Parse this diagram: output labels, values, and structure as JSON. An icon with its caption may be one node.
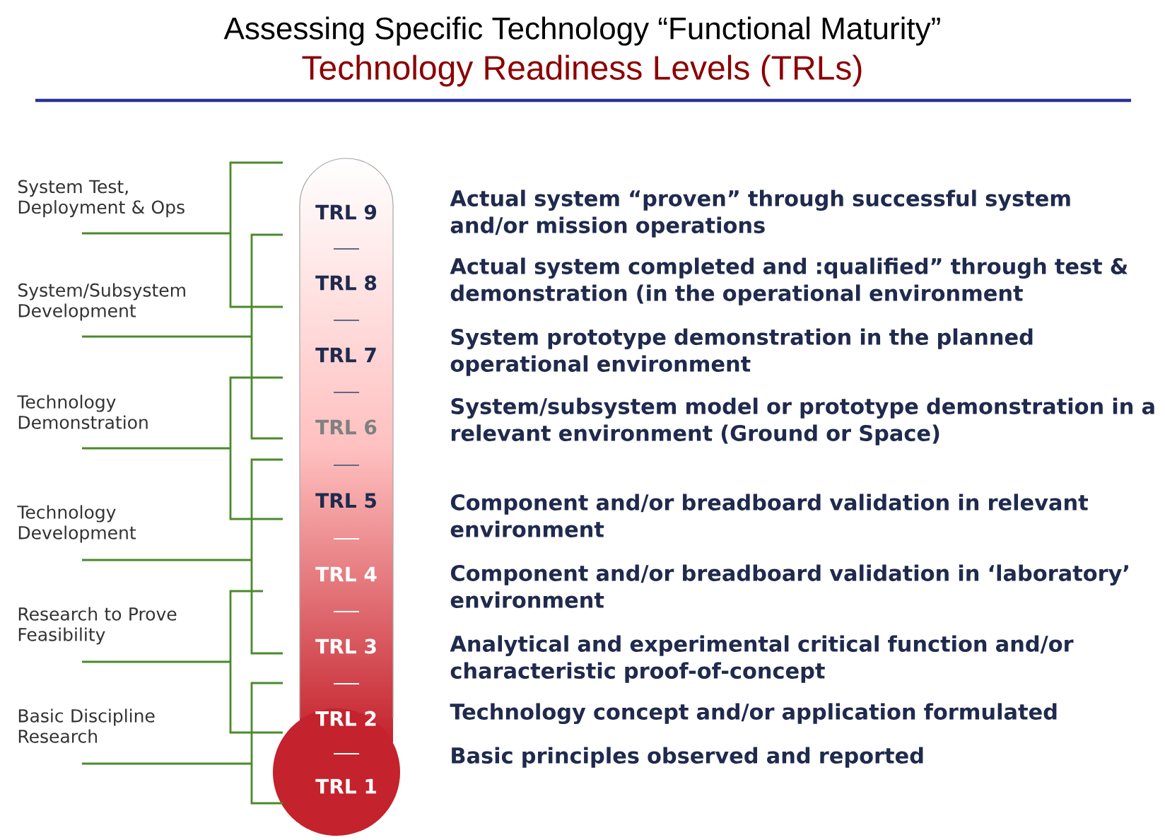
{
  "diagram": {
    "title": "Assessing Specific Technology “Functional Maturity”",
    "nodes": [
      {
        "text": [
          "TRL 9",
          "TRL 8",
          "TRL 7",
          "TRL 6",
          "TRL 5",
          "TRL 4",
          "TRL 3",
          "TRL 2",
          "TRL 1"
        ]
      }
    ],
    "labels": [
      "Technology Readiness Levels (TRLs)",
      "System Test, Deployment & Ops",
      "System/Subsystem Development",
      "Technology Demonstration",
      "Technology Development",
      "Research to Prove Feasibility",
      "Basic Discipline Research",
      "Actual system “proven” through successful system and/or mission operations",
      "Actual system completed and :qualified” through test & demonstration (in the operational environment",
      "System prototype demonstration in the planned operational environment",
      "System/subsystem model or prototype demonstration in a relevant environment (Ground or Space)",
      "Component and/or breadboard validation in relevant environment",
      "Component and/or breadboard validation in ‘laboratory’ environment",
      "Analytical and experimental critical function and/or characteristic proof-of-concept",
      "Technology concept and/or application formulated",
      "Basic principles observed and reported"
    ]
  }
}
